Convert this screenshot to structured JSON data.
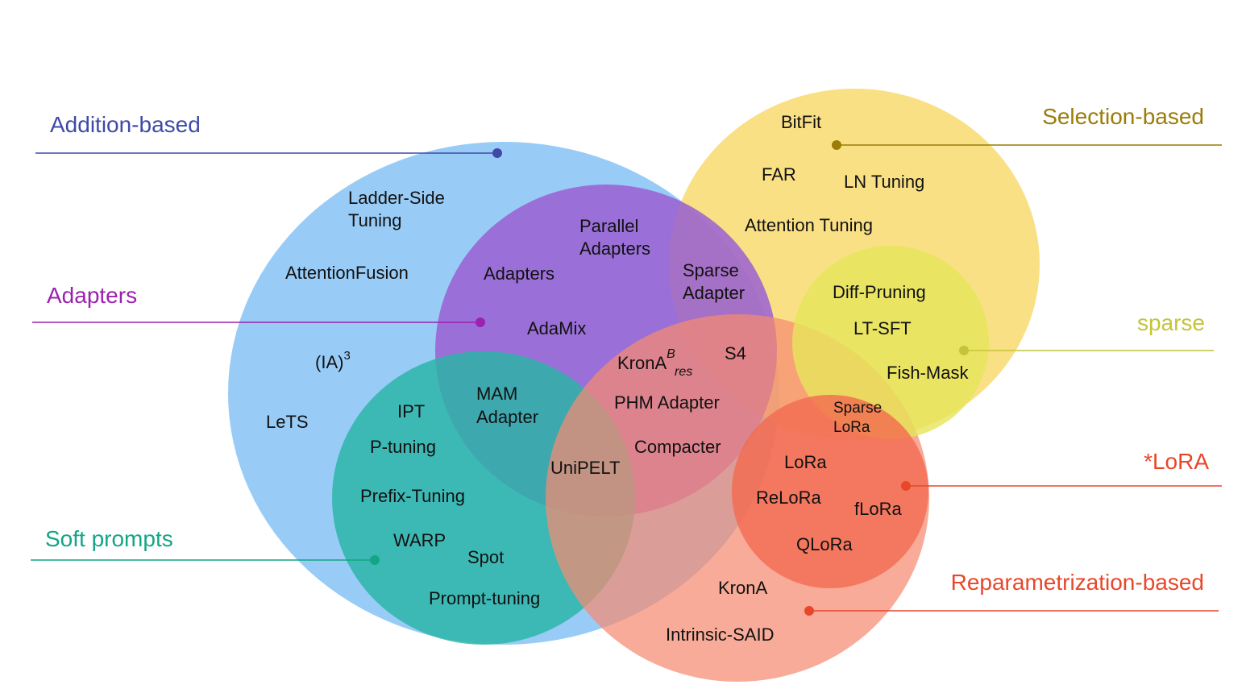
{
  "categories": {
    "addition": {
      "label": "Addition-based",
      "color": "#3f4aa8"
    },
    "selection": {
      "label": "Selection-based",
      "color": "#9a7c07"
    },
    "adapters": {
      "label": "Adapters",
      "color": "#9b22b0"
    },
    "sparse": {
      "label": "sparse",
      "color": "#c4c43a"
    },
    "soft_prompts": {
      "label": "Soft prompts",
      "color": "#13a584"
    },
    "lora": {
      "label": "*LoRA",
      "color": "#e8472a"
    },
    "reparam": {
      "label": "Reparametrization-based",
      "color": "#e8472a"
    }
  },
  "methods": {
    "ladder_side_1": "Ladder-Side",
    "ladder_side_2": "Tuning",
    "attention_fusion": "AttentionFusion",
    "ia3_base": "(IA)",
    "ia3_sup": "3",
    "lets": "LeTS",
    "ipt": "IPT",
    "p_tuning": "P-tuning",
    "prefix_tuning": "Prefix-Tuning",
    "warp": "WARP",
    "spot": "Spot",
    "prompt_tuning": "Prompt-tuning",
    "parallel_1": "Parallel",
    "parallel_2": "Adapters",
    "adapters": "Adapters",
    "adamix": "AdaMix",
    "mam_1": "MAM",
    "mam_2": "Adapter",
    "krona_res_base": "KronA",
    "krona_res_sup": "B",
    "krona_res_sub": "res",
    "phm_adapter": "PHM Adapter",
    "compacter": "Compacter",
    "unipelt": "UniPELT",
    "s4": "S4",
    "sparse_adapter_1": "Sparse",
    "sparse_adapter_2": "Adapter",
    "bitfit": "BitFit",
    "far": "FAR",
    "ln_tuning": "LN Tuning",
    "attention_tuning": "Attention Tuning",
    "diff_pruning": "Diff-Pruning",
    "lt_sft": "LT-SFT",
    "fish_mask": "Fish-Mask",
    "sparse_lora_1": "Sparse",
    "sparse_lora_2": "LoRa",
    "lora": "LoRa",
    "relora": "ReLoRa",
    "flora": "fLoRa",
    "qlora": "QLoRa",
    "krona": "KronA",
    "intrinsic_said": "Intrinsic-SAID"
  },
  "regions": {
    "addition": "#8fc8f6",
    "adapters": "#9a5fd2",
    "soft_prompts": "#2ab5a6",
    "selection": "#f8d65c",
    "sparse": "#e6e55a",
    "reparam": "#f58a72",
    "lora": "#f26a50"
  }
}
